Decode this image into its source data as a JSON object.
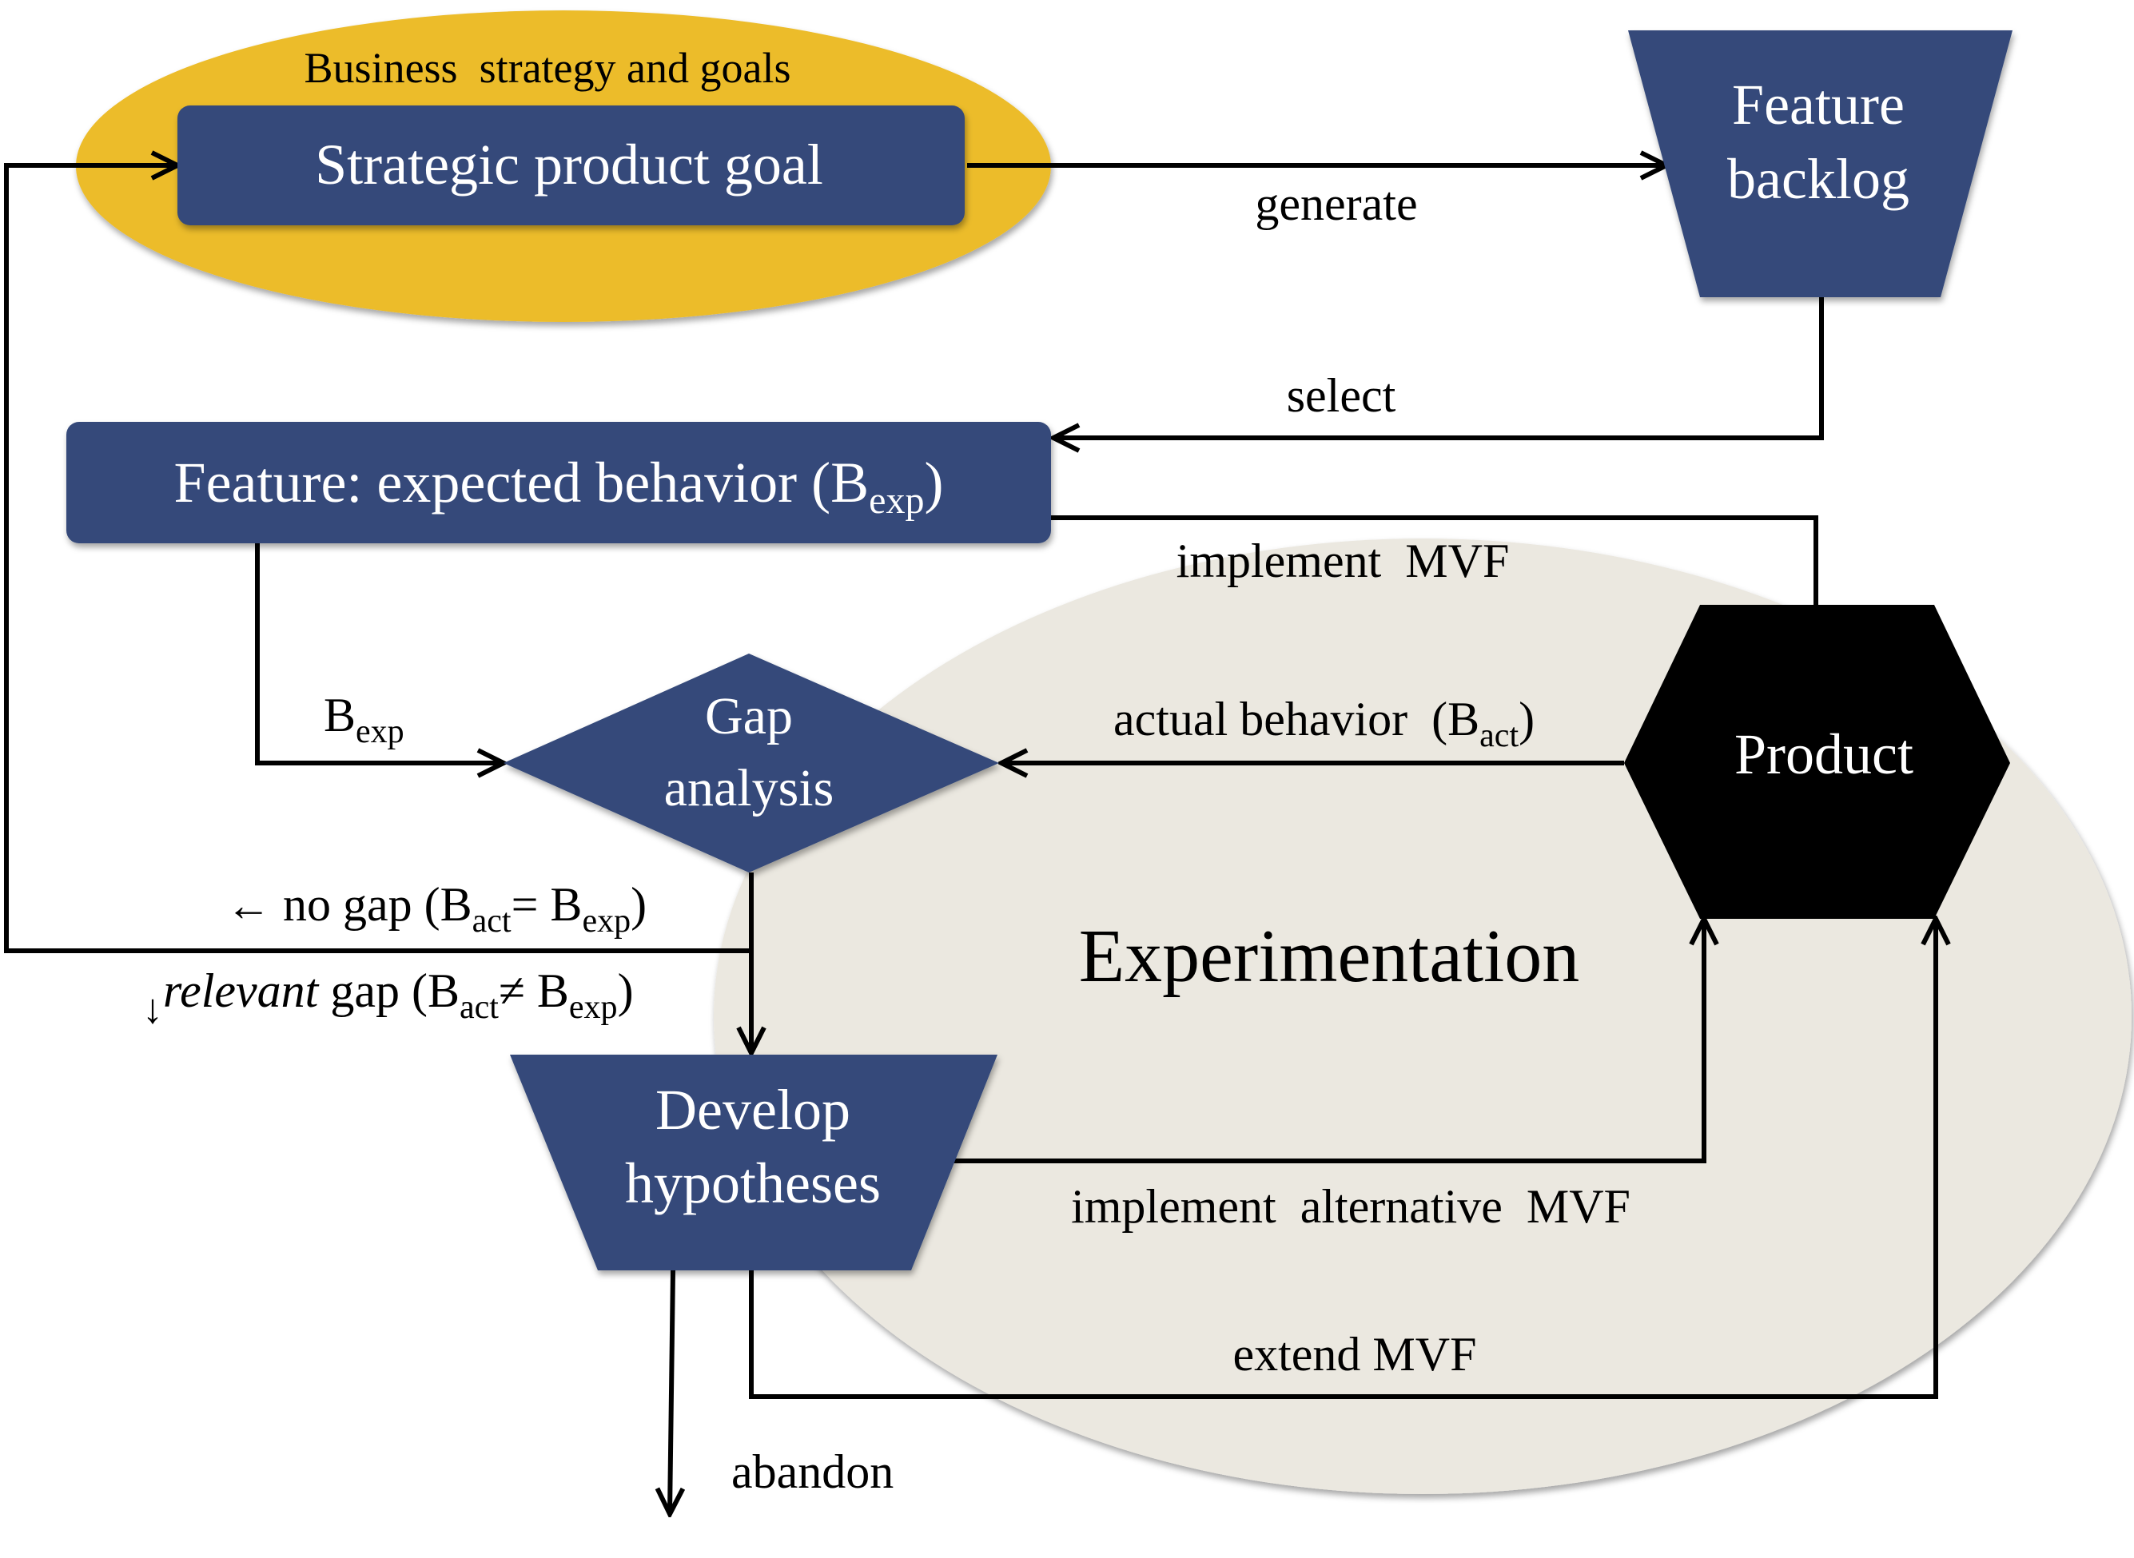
{
  "colors": {
    "navy": "#344a7a",
    "gold": "#ecbc2c",
    "beige": "#ebe8e0",
    "black": "#000000",
    "white": "#ffffff"
  },
  "nodes": {
    "business_strategy": "Business  strategy and goals",
    "strategic_goal": "Strategic product goal",
    "feature_backlog_line1": "Feature",
    "feature_backlog_line2": "backlog",
    "feature_expected_main": "Feature: expected behavior (B",
    "feature_expected_sub": "exp",
    "feature_expected_close": ")",
    "gap_line1": "Gap",
    "gap_line2": "analysis",
    "product": "Product",
    "develop_line1": "Develop",
    "develop_line2": "hypotheses",
    "experimentation": "Experimentation"
  },
  "edges": {
    "generate": "generate",
    "select": "select",
    "implement_mvf": "implement  MVF",
    "bexp_base": "B",
    "bexp_sub": "exp",
    "actual_main": "actual behavior  (B",
    "actual_sub": "act",
    "actual_close": ")",
    "no_gap_arrow": "←",
    "no_gap_main": " no gap (B",
    "no_gap_sub1": "act",
    "no_gap_mid": "= B",
    "no_gap_sub2": "exp",
    "no_gap_close": ")",
    "relevant_arrow": "↓",
    "relevant_italic": "relevant",
    "relevant_main": " gap (B",
    "relevant_sub1": "act",
    "relevant_mid": "≠ B",
    "relevant_sub2": "exp",
    "relevant_close": ")",
    "implement_alt": "implement  alternative  MVF",
    "extend_mvf": "extend MVF",
    "abandon": "abandon"
  }
}
